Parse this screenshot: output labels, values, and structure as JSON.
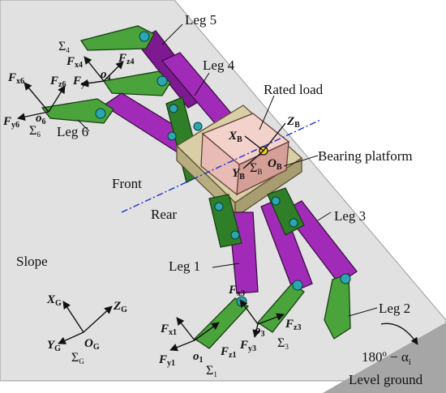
{
  "labels": {
    "leg1": "Leg 1",
    "leg2": "Leg 2",
    "leg3": "Leg 3",
    "leg4": "Leg 4",
    "leg5": "Leg 5",
    "leg6": "Leg 6",
    "rated_load": "Rated load",
    "bearing_platform": "Bearing platform",
    "front": "Front",
    "rear": "Rear",
    "slope": "Slope",
    "level_ground": "Level ground",
    "angle": "180º − α",
    "angle_sub": "i"
  },
  "symbols": {
    "F": "F",
    "X": "X",
    "Y": "Y",
    "Z": "Z",
    "O": "O",
    "o": "o",
    "sigma": "Σ",
    "frame_G": "G",
    "frame_B": "B",
    "x1": "x1",
    "y1": "y1",
    "z1": "z1",
    "x3": "x3",
    "y3": "y3",
    "z3": "z3",
    "x4": "x4",
    "y4": "y4",
    "z4": "z4",
    "x6": "x6",
    "y6": "y6",
    "z6": "z6",
    "o1": "1",
    "o3": "3",
    "o4": "4",
    "o6": "6"
  },
  "colors": {
    "slope": "#e1e1e1",
    "ground": "#a6a6a6",
    "leg_purple": "#a12bb8",
    "foot_green": "#4aa43b",
    "joint_teal": "#2aa7b0",
    "load_pink": "#e8bcb4",
    "platform_tan": "#d8cfa6",
    "centerline": "#1f2fd0"
  }
}
